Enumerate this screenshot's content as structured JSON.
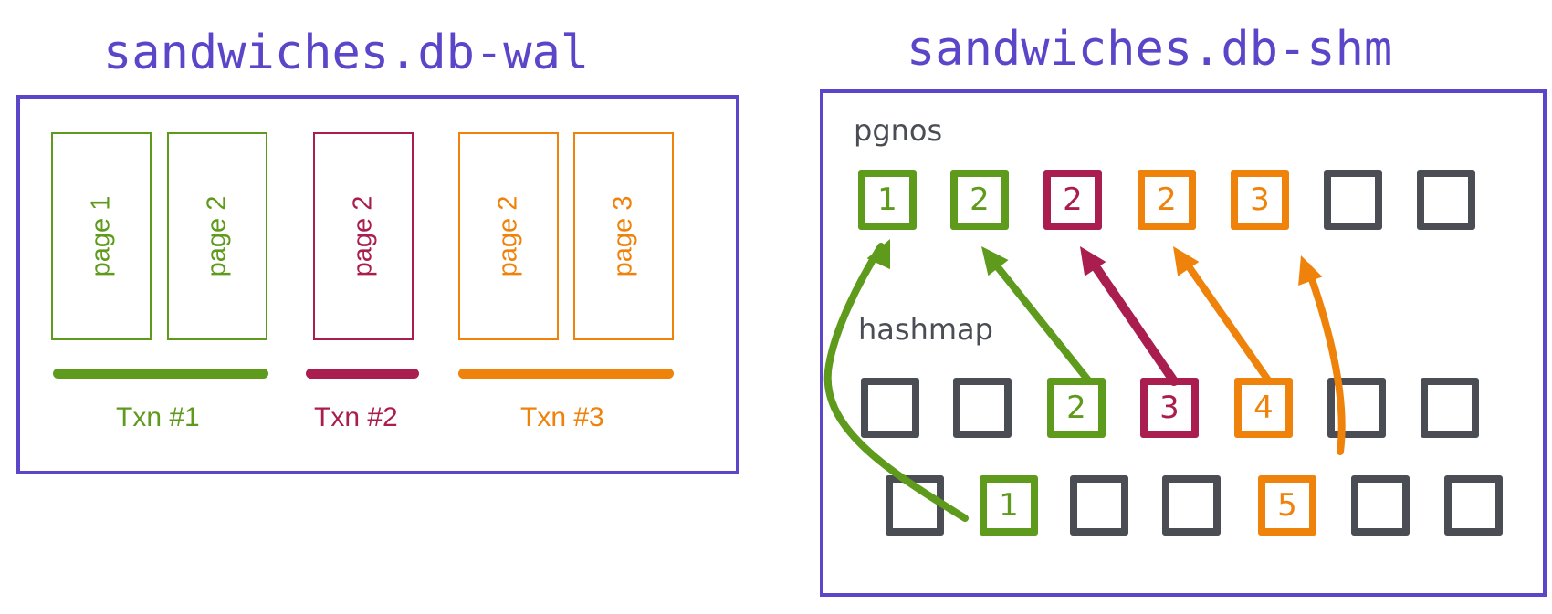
{
  "colors": {
    "frame": "#5b45c9",
    "txn1": "#5e9a1c",
    "txn2": "#a91e4f",
    "txn3": "#ee820a",
    "empty": "#4a4e54"
  },
  "wal": {
    "title": "sandwiches.db-wal",
    "pages": [
      {
        "label": "page 1",
        "txn": "txn1"
      },
      {
        "label": "page 2",
        "txn": "txn1"
      },
      {
        "label": "page 2",
        "txn": "txn2"
      },
      {
        "label": "page 2",
        "txn": "txn3"
      },
      {
        "label": "page 3",
        "txn": "txn3"
      }
    ],
    "transactions": [
      {
        "label": "Txn #1",
        "color": "txn1"
      },
      {
        "label": "Txn #2",
        "color": "txn2"
      },
      {
        "label": "Txn #3",
        "color": "txn3"
      }
    ]
  },
  "shm": {
    "title": "sandwiches.db-shm",
    "pgnos_label": "pgnos",
    "hashmap_label": "hashmap",
    "pgnos": [
      {
        "value": "1",
        "color": "txn1"
      },
      {
        "value": "2",
        "color": "txn1"
      },
      {
        "value": "2",
        "color": "txn2"
      },
      {
        "value": "2",
        "color": "txn3"
      },
      {
        "value": "3",
        "color": "txn3"
      },
      {
        "value": "",
        "color": "empty"
      },
      {
        "value": "",
        "color": "empty"
      }
    ],
    "hashmap_row1": [
      {
        "value": "",
        "color": "empty"
      },
      {
        "value": "",
        "color": "empty"
      },
      {
        "value": "2",
        "color": "txn1"
      },
      {
        "value": "3",
        "color": "txn2"
      },
      {
        "value": "4",
        "color": "txn3"
      },
      {
        "value": "",
        "color": "empty"
      },
      {
        "value": "",
        "color": "empty"
      }
    ],
    "hashmap_row2": [
      {
        "value": "",
        "color": "empty"
      },
      {
        "value": "1",
        "color": "txn1"
      },
      {
        "value": "",
        "color": "empty"
      },
      {
        "value": "",
        "color": "empty"
      },
      {
        "value": "5",
        "color": "txn3"
      },
      {
        "value": "",
        "color": "empty"
      },
      {
        "value": "",
        "color": "empty"
      }
    ],
    "arrows": [
      {
        "from": "hashmap slot value 1",
        "to": "pgnos index 1",
        "color": "txn1"
      },
      {
        "from": "hashmap slot value 2",
        "to": "pgnos index 2",
        "color": "txn1"
      },
      {
        "from": "hashmap slot value 3",
        "to": "pgnos index 3",
        "color": "txn2"
      },
      {
        "from": "hashmap slot value 4",
        "to": "pgnos index 4",
        "color": "txn3"
      },
      {
        "from": "hashmap slot value 5",
        "to": "pgnos index 5",
        "color": "txn3"
      }
    ]
  }
}
